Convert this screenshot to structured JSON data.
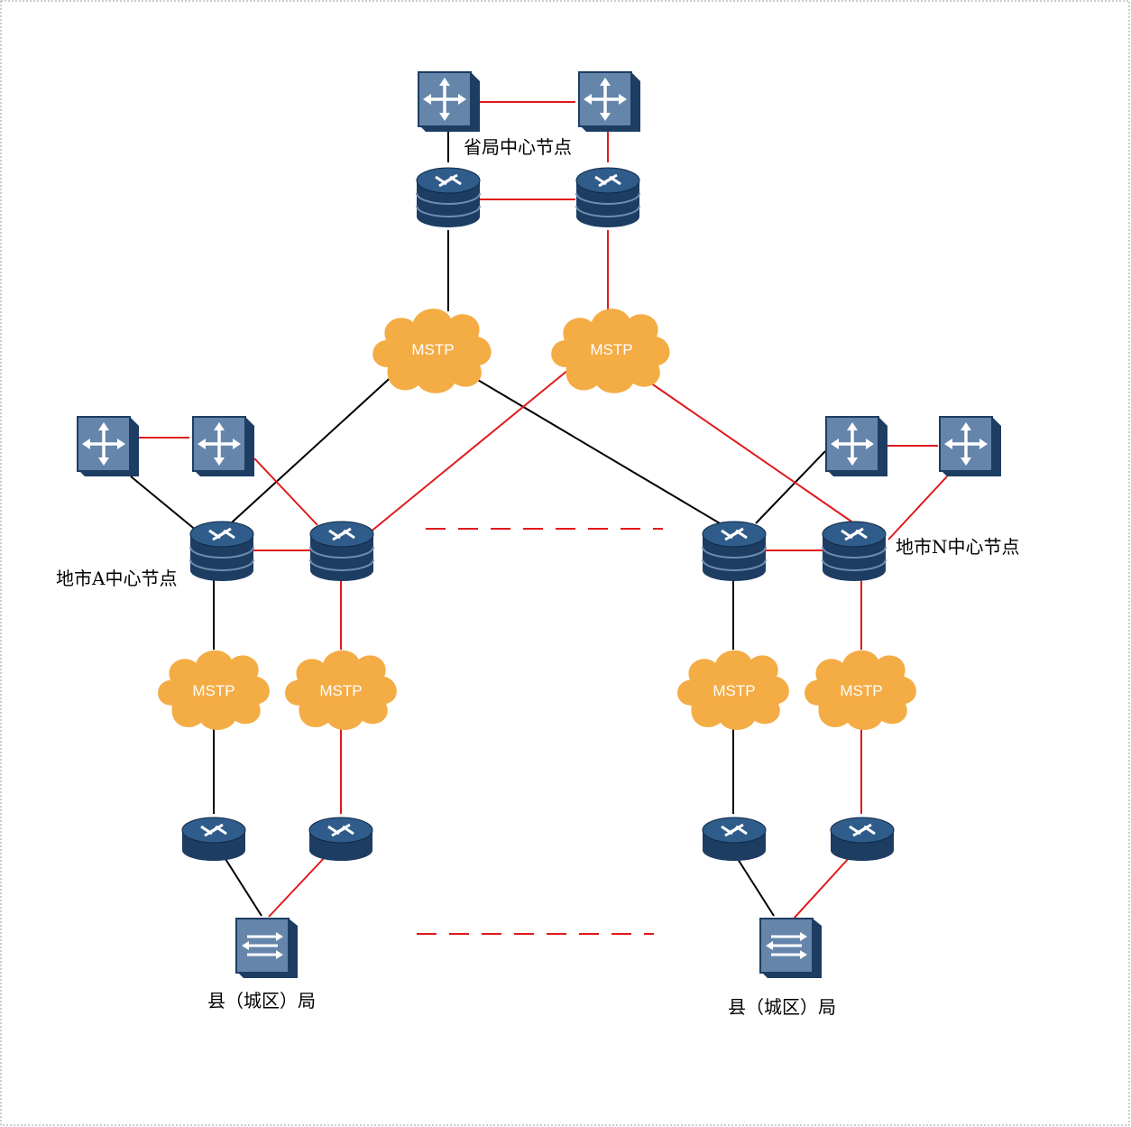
{
  "labels": {
    "province_center": "省局中心节点",
    "city_a_center": "地市A中心节点",
    "city_n_center": "地市N中心节点",
    "county_left": "县（城区）局",
    "county_right": "县（城区）局"
  },
  "clouds": {
    "top_left": "MSTP",
    "top_right": "MSTP",
    "a_left": "MSTP",
    "a_right": "MSTP",
    "n_left": "MSTP",
    "n_right": "MSTP"
  },
  "colors": {
    "primary_link": "#000000",
    "backup_link": "#e0191c",
    "cloud": "#f4ac45",
    "device_dark": "#1d3d63",
    "device_panel": "#5f7fa5"
  },
  "icons": {
    "core_switch": "l3-switch-icon",
    "router": "router-icon",
    "firewall": "firewall-icon",
    "access_switch": "access-switch-icon",
    "network": "mstp-cloud-icon"
  }
}
